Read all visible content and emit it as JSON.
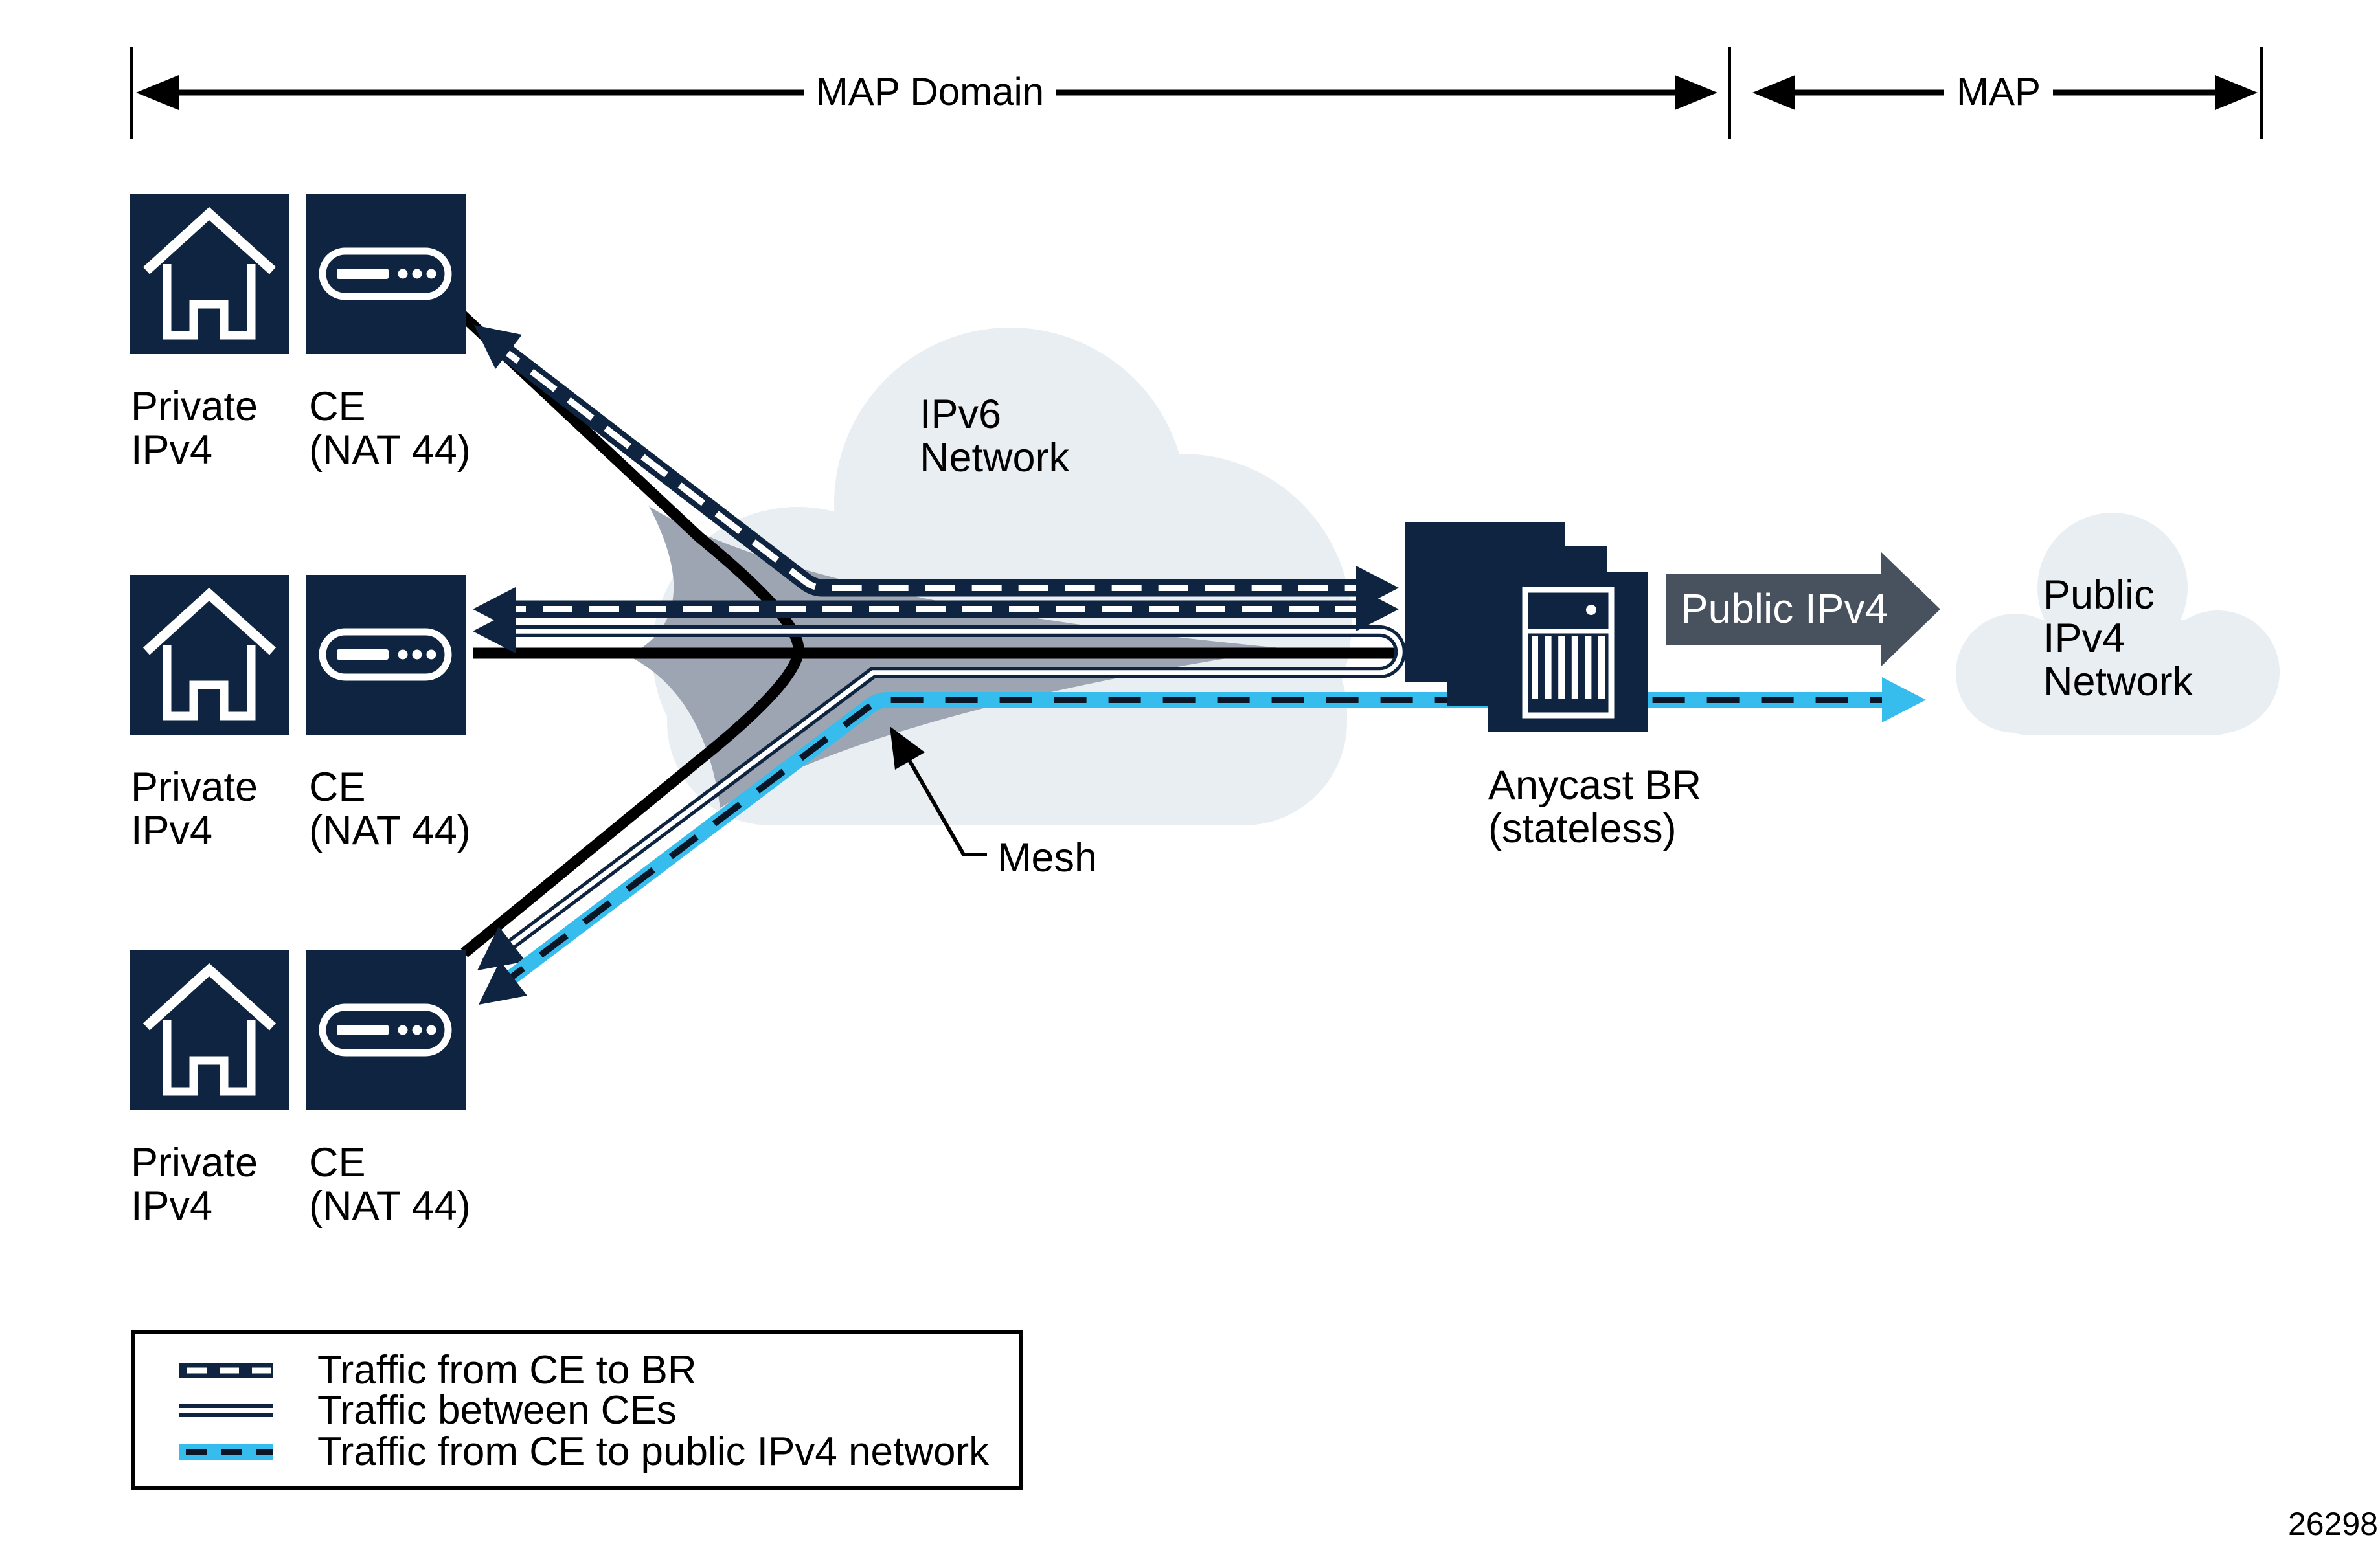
{
  "colors": {
    "navy": "#0F2440",
    "cyan": "#36BDED",
    "mesh_gray": "#9CA5B1",
    "cloud_fill": "#E9EEF3",
    "arrow_gray": "#47525E",
    "line_black": "#000000"
  },
  "ruler": {
    "map_domain_label": "MAP Domain",
    "map_label": "MAP"
  },
  "ce_rows": [
    {
      "house_line1": "Private",
      "house_line2": "IPv4",
      "ce_line1": "CE",
      "ce_line2": "(NAT 44)"
    },
    {
      "house_line1": "Private",
      "house_line2": "IPv4",
      "ce_line1": "CE",
      "ce_line2": "(NAT 44)"
    },
    {
      "house_line1": "Private",
      "house_line2": "IPv4",
      "ce_line1": "CE",
      "ce_line2": "(NAT 44)"
    }
  ],
  "ipv6_network": {
    "line1": "IPv6",
    "line2": "Network"
  },
  "mesh": {
    "label": "Mesh"
  },
  "anycast_br": {
    "line1": "Anycast BR",
    "line2": "(stateless)"
  },
  "public_ipv4_arrow": {
    "label": "Public IPv4"
  },
  "public_ipv4_network": {
    "line1": "Public",
    "line2": "IPv4",
    "line3": "Network"
  },
  "legend": {
    "items": [
      {
        "label": "Traffic from CE to BR",
        "style": "navy-band-white-dashes"
      },
      {
        "label": "Traffic between CEs",
        "style": "double-navy-line"
      },
      {
        "label": "Traffic from CE to public IPv4 network",
        "style": "cyan-band-dark-dashes"
      }
    ]
  },
  "figure_number": "26298"
}
